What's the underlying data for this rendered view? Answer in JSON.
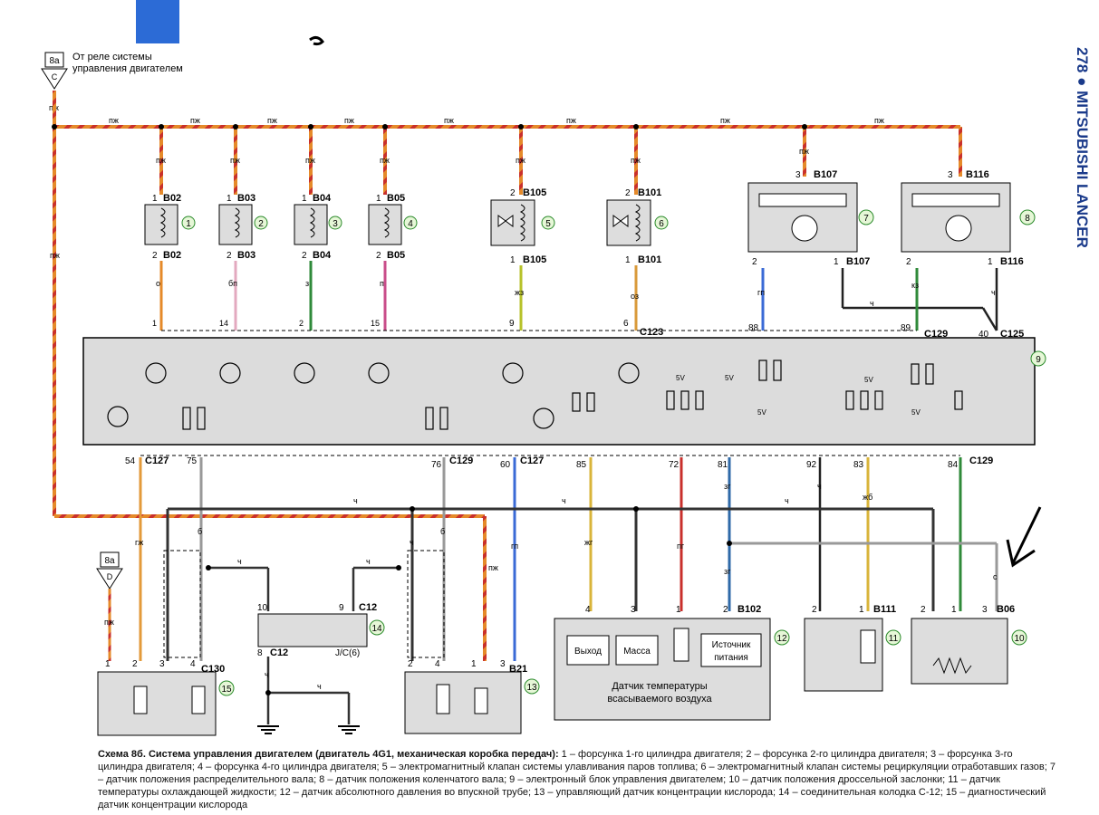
{
  "page": {
    "number": "278",
    "brand": "MITSUBISHI LANCER"
  },
  "source_note": {
    "line1": "От реле системы",
    "line2": "управления двигателем",
    "tag_top": "8a",
    "tag_bottom": "C"
  },
  "ground_tag": {
    "top": "8a",
    "bottom": "D"
  },
  "wire_codes": {
    "main": "пж",
    "b": "ч",
    "injector_out": [
      "о",
      "бп",
      "з",
      "п"
    ],
    "evap": "жз",
    "egr": "оз",
    "cam": "гп",
    "crank": "кз",
    "crank2": "ч",
    "o2": "гж",
    "o2ground": "б",
    "o2ref": "гп",
    "intake": "жг",
    "coolant": "жб",
    "tps": "с",
    "map_sig": "пг",
    "map_power": "зг"
  },
  "injectors": [
    {
      "id": "B02",
      "num": "1",
      "pin_top": "1",
      "pin_bot": "2",
      "ecu_pin": "1",
      "wire": "о"
    },
    {
      "id": "B03",
      "num": "2",
      "pin_top": "1",
      "pin_bot": "2",
      "ecu_pin": "14",
      "wire": "бп"
    },
    {
      "id": "B04",
      "num": "3",
      "pin_top": "1",
      "pin_bot": "2",
      "ecu_pin": "2",
      "wire": "з"
    },
    {
      "id": "B05",
      "num": "4",
      "pin_top": "1",
      "pin_bot": "2",
      "ecu_pin": "15",
      "wire": "п"
    }
  ],
  "valves": [
    {
      "id": "B105",
      "num": "5",
      "pin_top": "2",
      "pin_bot": "1",
      "ecu_pin": "9",
      "wire": "жз"
    },
    {
      "id": "B101",
      "num": "6",
      "pin_top": "2",
      "pin_bot": "1",
      "ecu_pin": "6",
      "wire": "оз"
    }
  ],
  "sensors_top": [
    {
      "id": "B107",
      "num": "7",
      "pin_top": "3",
      "pin_l": "2",
      "pin_r": "1",
      "ecu_pin": "88"
    },
    {
      "id": "B116",
      "num": "8",
      "pin_top": "3",
      "pin_l": "2",
      "pin_r": "1",
      "ecu_pin": "89"
    }
  ],
  "connectors": {
    "c123": "C123",
    "c129": "C129",
    "c125": "C125",
    "c127": "C127",
    "c130": "C130",
    "b21": "B21",
    "b102": "B102",
    "b111": "B111",
    "b06": "B06",
    "c12": "C12",
    "jc": "J/C(6)"
  },
  "ecu": {
    "num": "9",
    "v5": "5V",
    "top_pins": [
      "88",
      "89",
      "40"
    ],
    "bottom_pins": [
      "54",
      "75",
      "76",
      "60",
      "85",
      "72",
      "81",
      "92",
      "83",
      "84"
    ]
  },
  "map_sensor": {
    "out": "Выход",
    "mass": "Масса",
    "power_l1": "Источник",
    "power_l2": "питания",
    "caption_l1": "Датчик температуры",
    "caption_l2": "всасываемого воздуха",
    "num": "12",
    "pins": [
      "4",
      "3",
      "1",
      "2"
    ]
  },
  "coolant_sensor": {
    "num": "11",
    "pins": [
      "2",
      "1"
    ]
  },
  "throttle": {
    "num": "10",
    "pins": [
      "2",
      "1",
      "3"
    ]
  },
  "o2_main": {
    "num": "13",
    "pins": [
      "2",
      "4",
      "1",
      "3"
    ]
  },
  "o2_diag": {
    "num": "15",
    "pins": [
      "1",
      "2",
      "3",
      "4"
    ]
  },
  "joint": {
    "num": "14",
    "pins": [
      "10",
      "9",
      "8"
    ]
  },
  "caption": {
    "title": "Схема 8б. Система управления двигателем (двигатель 4G1, механическая коробка передач):",
    "text": " 1 – форсунка 1-го цилиндра двигателя; 2 – форсунка 2-го цилиндра двигателя; 3 – форсунка 3-го цилиндра двигателя; 4 – форсунка 4-го цилиндра двигателя; 5 – электромагнитный клапан системы улавливания паров топлива; 6 – электромагнитный клапан системы рециркуляции отработавших газов; 7 – датчик положения распределительного вала; 8 – датчик положения коленчатого вала; 9 – электронный блок управления двигателем; 10 – датчик положения дроссельной заслонки; 11 – датчик температуры охлаждающей жидкости; 12 – датчик абсолютного давления во впускной трубе; 13 – управляющий датчик концентрации кислорода; 14 – соединительная колодка С-12; 15 – диагностический датчик концентрации кислорода"
  }
}
